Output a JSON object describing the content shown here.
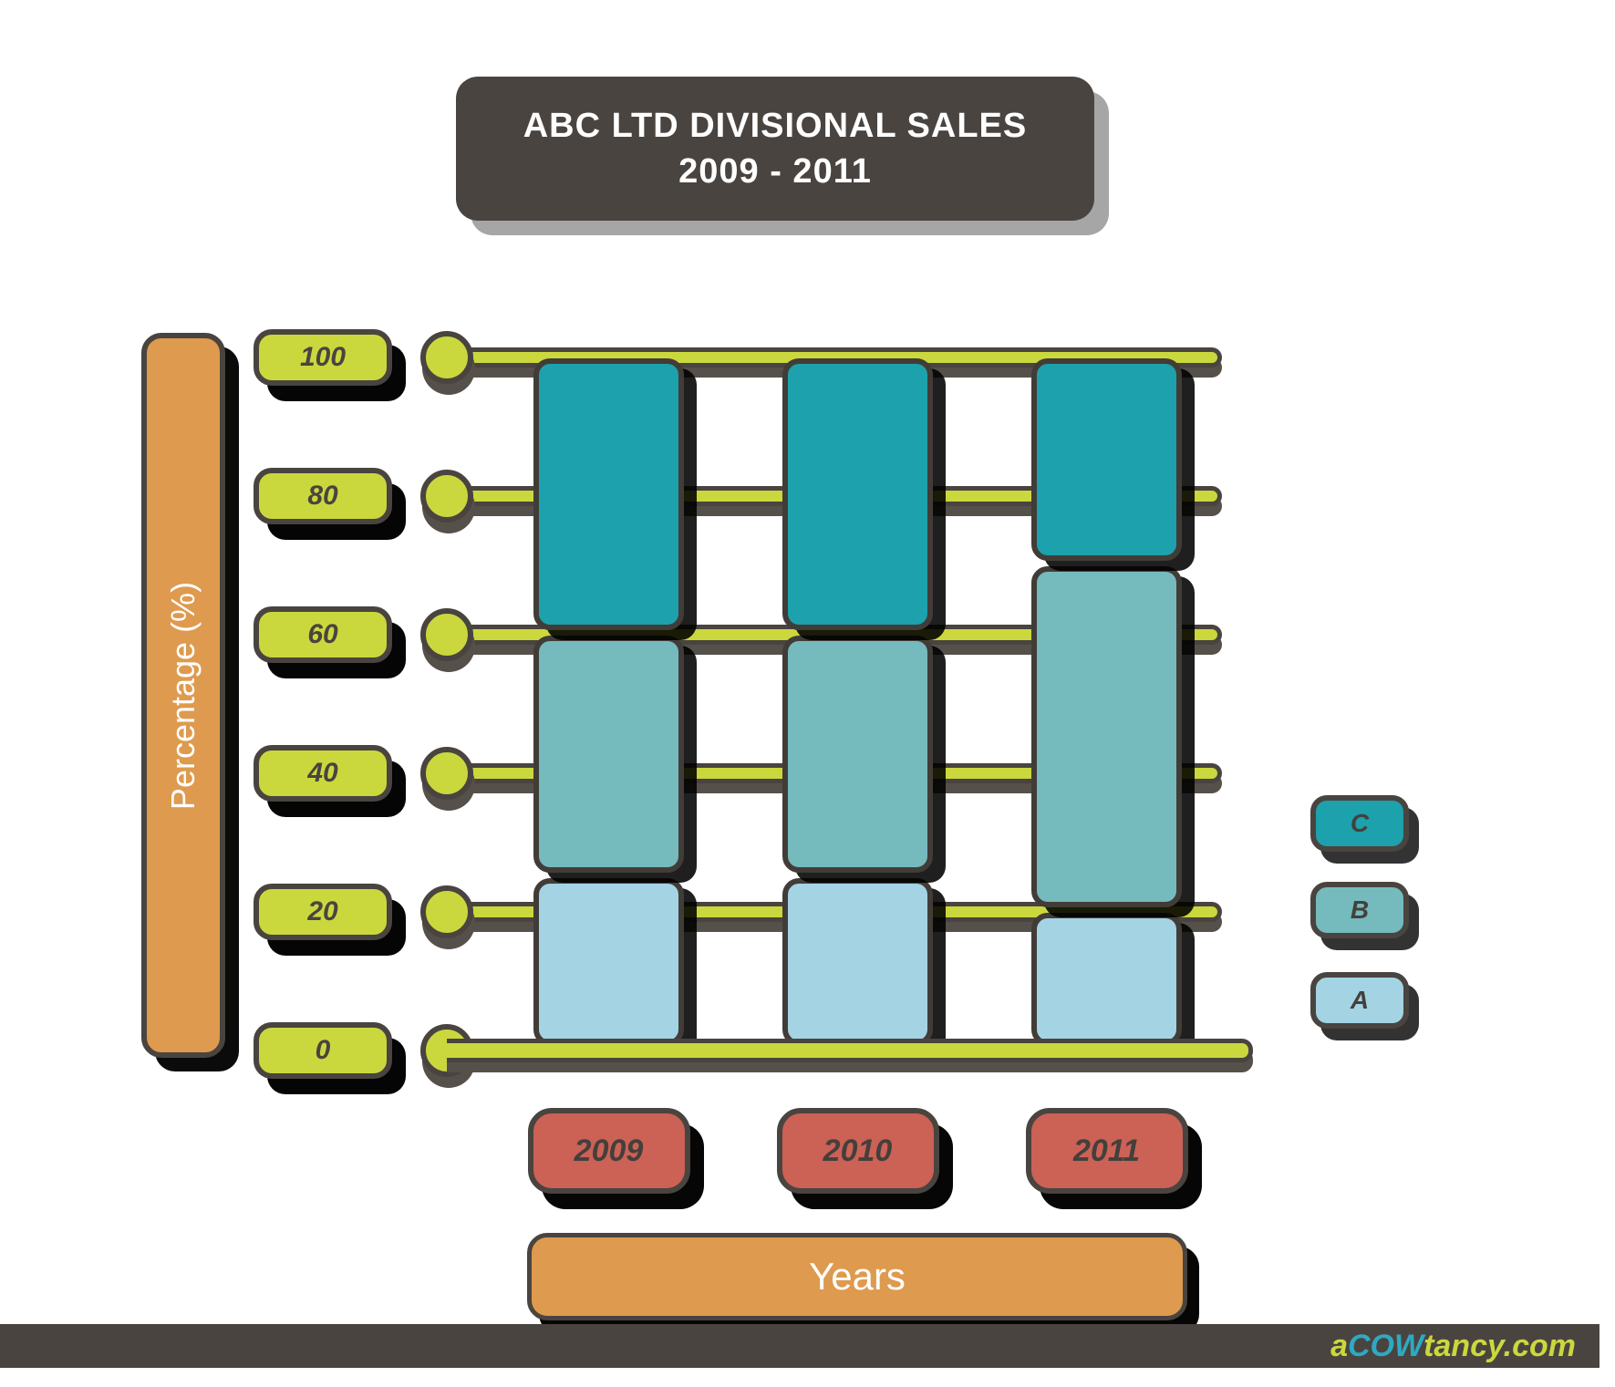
{
  "title": {
    "line1": "ABC LTD DIVISIONAL SALES",
    "line2": "2009 - 2011"
  },
  "chart_data": {
    "type": "bar",
    "stacked": true,
    "title": "ABC LTD DIVISIONAL SALES 2009 - 2011",
    "xlabel": "Years",
    "ylabel": "Percentage (%)",
    "categories": [
      "2009",
      "2010",
      "2011"
    ],
    "series": [
      {
        "name": "A",
        "color": "#a4d3e4",
        "values": [
          25,
          25,
          20
        ]
      },
      {
        "name": "B",
        "color": "#75babd",
        "values": [
          35,
          35,
          50
        ]
      },
      {
        "name": "C",
        "color": "#1da1ac",
        "values": [
          40,
          40,
          30
        ]
      }
    ],
    "ylim": [
      0,
      100
    ],
    "y_ticks": [
      100,
      80,
      60,
      40,
      20,
      0
    ],
    "grid": true,
    "legend_position": "right",
    "legend_order": [
      "C",
      "B",
      "A"
    ]
  },
  "footer": {
    "logo_parts": [
      {
        "text": "a",
        "color": "#cbd83d"
      },
      {
        "text": "COW",
        "color": "#2ea9c3"
      },
      {
        "text": "tancy.com",
        "color": "#cbd83d"
      }
    ]
  },
  "colors": {
    "background": "#ffffff",
    "dark": "#4a4440",
    "grid_yellow_green": "#cbd83d",
    "axis_orange": "#de9a4e",
    "year_coral": "#cc6156",
    "title_text": "#ffffff",
    "logo_cyan": "#2ea9c3"
  }
}
